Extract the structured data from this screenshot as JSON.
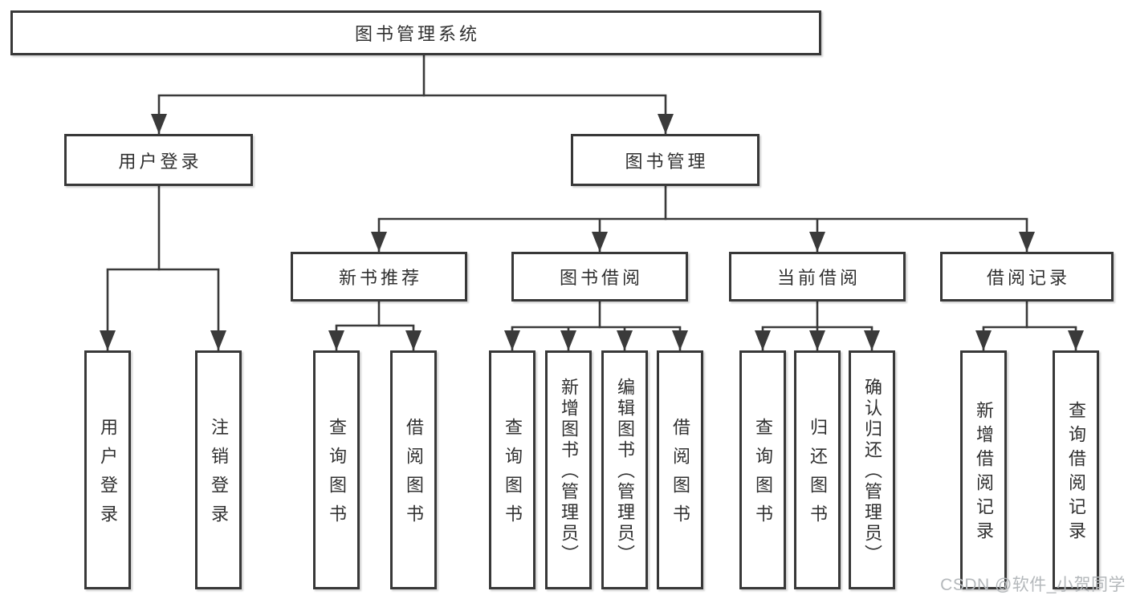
{
  "colors": {
    "line": "#3a3a3a",
    "box_border": "#383838",
    "box_fill": "#ffffff",
    "text": "#303030",
    "watermark": "#b4b8bb"
  },
  "watermark": {
    "text": "CSDN @软件_小贺同学"
  },
  "tree": {
    "label": "图书管理系统",
    "children": [
      {
        "label": "用户登录",
        "children": [
          {
            "label": "用户登录"
          },
          {
            "label": "注销登录"
          }
        ]
      },
      {
        "label": "图书管理",
        "children": [
          {
            "label": "新书推荐",
            "children": [
              {
                "label": "查询图书"
              },
              {
                "label": "借阅图书"
              }
            ]
          },
          {
            "label": "图书借阅",
            "children": [
              {
                "label": "查询图书"
              },
              {
                "label": "新增图书（管理员）"
              },
              {
                "label": "编辑图书（管理员）"
              },
              {
                "label": "借阅图书"
              }
            ]
          },
          {
            "label": "当前借阅",
            "children": [
              {
                "label": "查询图书"
              },
              {
                "label": "归还图书"
              },
              {
                "label": "确认归还（管理员）"
              }
            ]
          },
          {
            "label": "借阅记录",
            "children": [
              {
                "label": "新增借阅记录"
              },
              {
                "label": "查询借阅记录"
              }
            ]
          }
        ]
      }
    ]
  }
}
